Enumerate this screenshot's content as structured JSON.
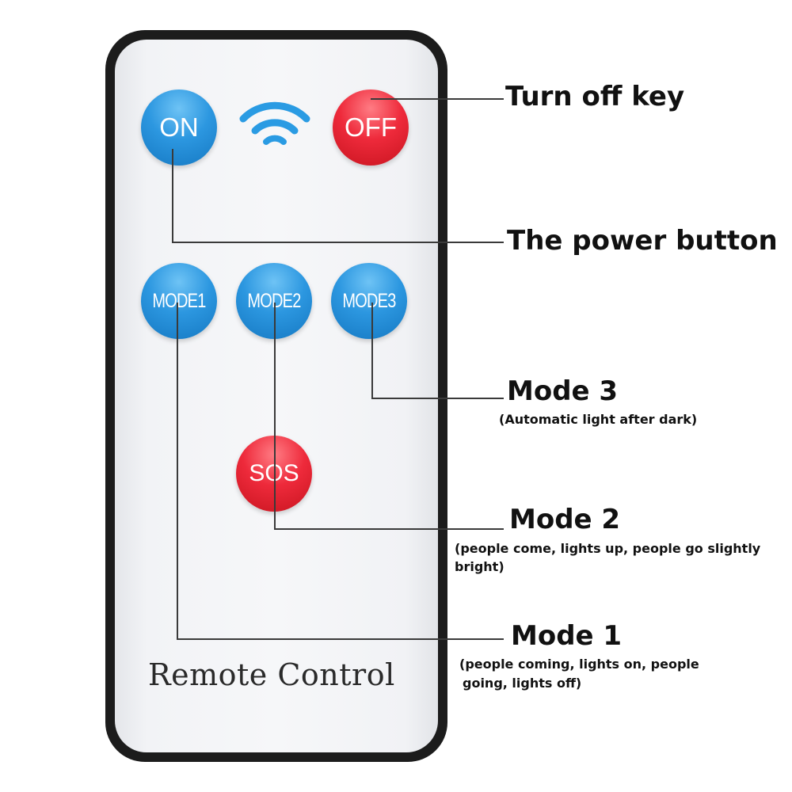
{
  "remote": {
    "title": "Remote Control",
    "buttons": {
      "on": "ON",
      "off": "OFF",
      "mode1": "MODE1",
      "mode2": "MODE2",
      "mode3": "MODE3",
      "sos": "SOS"
    },
    "signal_icon": "wifi-icon"
  },
  "callouts": {
    "off_key": "Turn off key",
    "power_button": "The power button",
    "mode3": {
      "title": "Mode 3",
      "desc": "(Automatic light after dark)"
    },
    "mode2": {
      "title": "Mode 2",
      "desc": "(people come, lights up, people go slightly bright)"
    },
    "mode1": {
      "title": "Mode 1",
      "desc_line1": "(people coming, lights on, people",
      "desc_line2": "going, lights off)"
    }
  },
  "colors": {
    "blue": "#2c97e0",
    "red": "#ee2a3b",
    "body": "#1c1c1c",
    "face": "#f4f5f7"
  }
}
